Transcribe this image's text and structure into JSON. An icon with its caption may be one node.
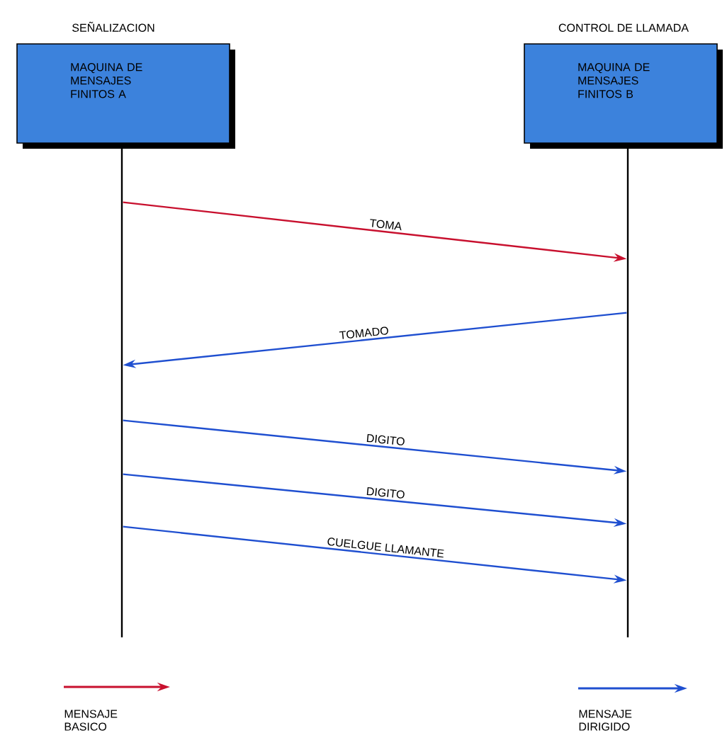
{
  "diagram": {
    "nodes": [
      {
        "text": [
          "SEÑALIZACION",
          "MAQUINA DE MENSAJES FINITOS A"
        ]
      },
      {
        "text": [
          "CONTROL DE LLAMADA",
          "MAQUINA DE MENSAJES FINITOS B"
        ]
      },
      {
        "text": [],
        "shape": "bar"
      },
      {
        "text": [],
        "shape": "bar"
      }
    ],
    "edges": [
      {
        "from": 2,
        "to": 3,
        "arrow": "to",
        "label": "TOMA",
        "color": "#c8102e"
      },
      {
        "from": 3,
        "to": 2,
        "arrow": "to",
        "label": "TOMADO"
      },
      {
        "from": 2,
        "to": 3,
        "arrow": "to",
        "label": "DIGITO"
      },
      {
        "from": 2,
        "to": 3,
        "arrow": "to",
        "label": "DIGITO"
      },
      {
        "from": 2,
        "to": 3,
        "arrow": "to",
        "label": "CUELGUE LLAMANTE"
      }
    ],
    "legend": [
      {
        "text": "MENSAJE BASICO",
        "color": "#c8102e"
      },
      {
        "text": "MENSAJE DIRIGIDO",
        "color": "#1f4fd0"
      }
    ]
  }
}
